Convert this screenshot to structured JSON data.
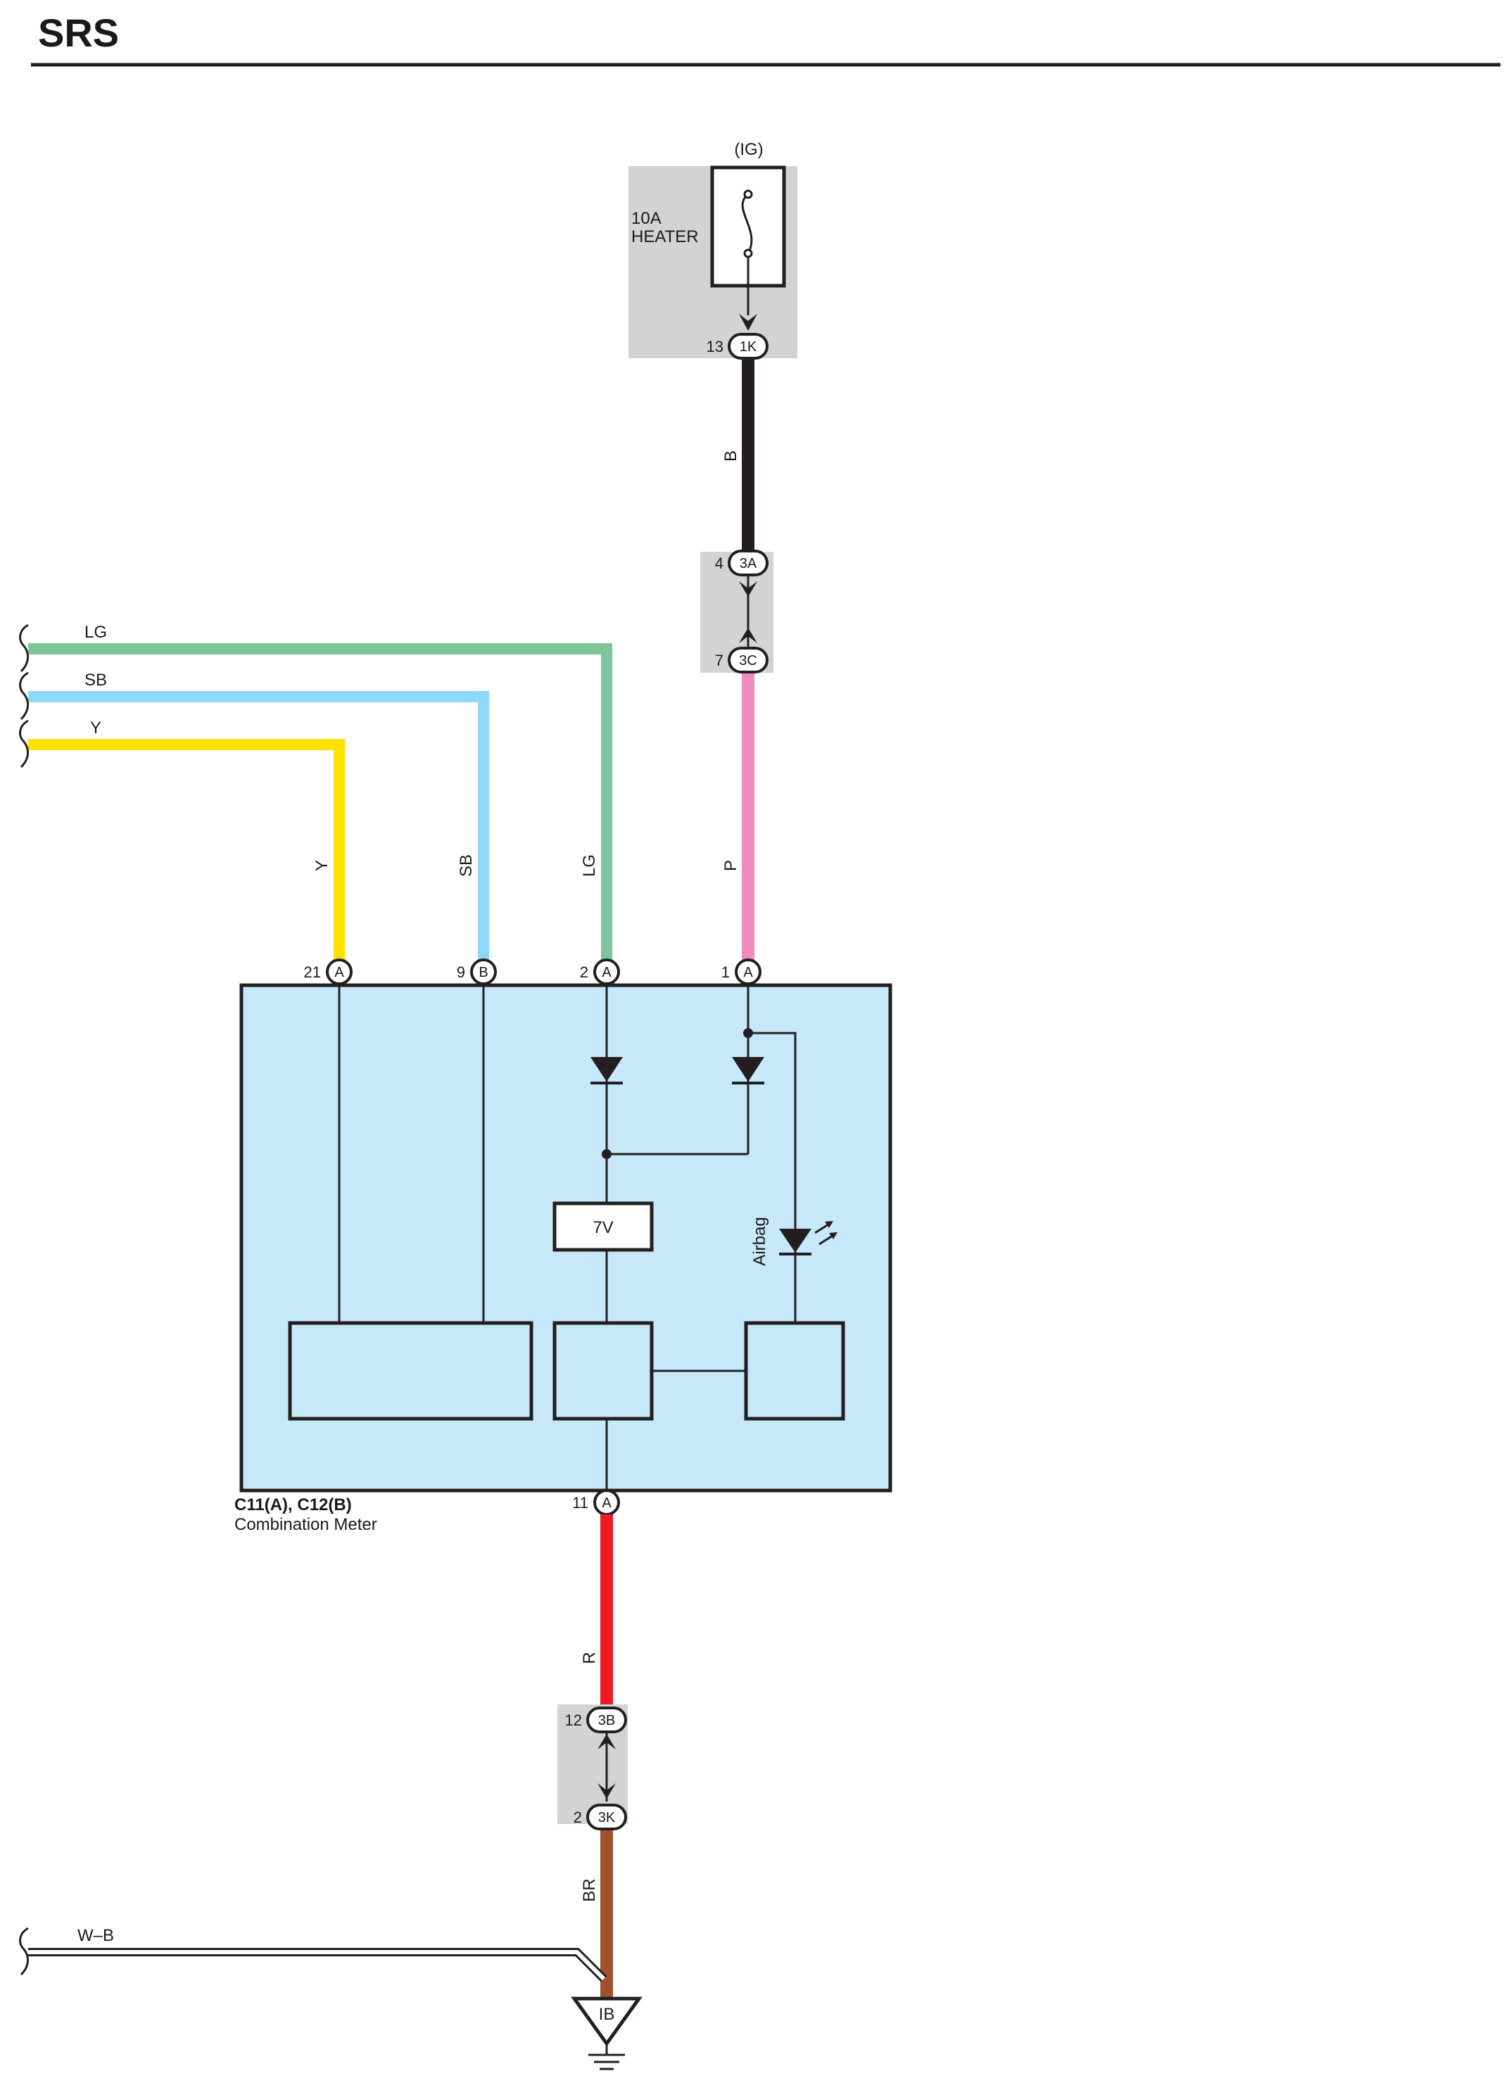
{
  "page": {
    "title": "SRS"
  },
  "fuse": {
    "supply": "(IG)",
    "rating": "10A",
    "name": "HEATER"
  },
  "connectors": {
    "j1k": {
      "pin": "13",
      "id": "1K"
    },
    "j3a": {
      "pin": "4",
      "id": "3A"
    },
    "j3c": {
      "pin": "7",
      "id": "3C"
    },
    "j3b": {
      "pin": "12",
      "id": "3B"
    },
    "j3k": {
      "pin": "2",
      "id": "3K"
    }
  },
  "wires": {
    "b": {
      "label": "B",
      "color": "#231f20"
    },
    "p": {
      "label": "P",
      "color": "#f08cbc"
    },
    "lg": {
      "label": "LG",
      "color": "#7dc69b"
    },
    "sb": {
      "label": "SB",
      "color": "#8ed8f8"
    },
    "y": {
      "label": "Y",
      "color": "#ffe100"
    },
    "r": {
      "label": "R",
      "color": "#ed1c24"
    },
    "br": {
      "label": "BR",
      "color": "#a0522d"
    },
    "wb": {
      "label": "W–B"
    }
  },
  "meter": {
    "code": "C11(A), C12(B)",
    "name": "Combination Meter",
    "fill": "#c7e8f9",
    "regulator": "7V",
    "indicator": "Airbag",
    "pins": {
      "y": {
        "pin": "21",
        "id": "A"
      },
      "sb": {
        "pin": "9",
        "id": "B"
      },
      "lg": {
        "pin": "2",
        "id": "A"
      },
      "p": {
        "pin": "1",
        "id": "A"
      },
      "gnd": {
        "pin": "11",
        "id": "A"
      }
    }
  },
  "ground": {
    "id": "IB"
  }
}
